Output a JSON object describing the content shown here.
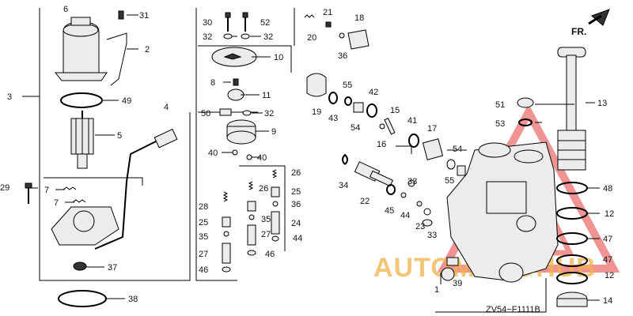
{
  "diagram": {
    "code": "ZV54−F1111B",
    "direction_label": "FR.",
    "watermark": "AUTOMOTOHUB",
    "callouts": [
      {
        "id": "6",
        "label": "6"
      },
      {
        "id": "31",
        "label": "31"
      },
      {
        "id": "2",
        "label": "2"
      },
      {
        "id": "3",
        "label": "3"
      },
      {
        "id": "49",
        "label": "49"
      },
      {
        "id": "4",
        "label": "4"
      },
      {
        "id": "5",
        "label": "5"
      },
      {
        "id": "29",
        "label": "29"
      },
      {
        "id": "7a",
        "label": "7"
      },
      {
        "id": "7b",
        "label": "7"
      },
      {
        "id": "37",
        "label": "37"
      },
      {
        "id": "38",
        "label": "38"
      },
      {
        "id": "30",
        "label": "30"
      },
      {
        "id": "52",
        "label": "52"
      },
      {
        "id": "32a",
        "label": "32"
      },
      {
        "id": "32b",
        "label": "32"
      },
      {
        "id": "10",
        "label": "10"
      },
      {
        "id": "8",
        "label": "8"
      },
      {
        "id": "11",
        "label": "11"
      },
      {
        "id": "50",
        "label": "50"
      },
      {
        "id": "32c",
        "label": "32"
      },
      {
        "id": "9",
        "label": "9"
      },
      {
        "id": "40a",
        "label": "40"
      },
      {
        "id": "40b",
        "label": "40"
      },
      {
        "id": "26a",
        "label": "26"
      },
      {
        "id": "26b",
        "label": "26"
      },
      {
        "id": "25a",
        "label": "25"
      },
      {
        "id": "25b",
        "label": "25"
      },
      {
        "id": "36",
        "label": "36"
      },
      {
        "id": "28",
        "label": "28"
      },
      {
        "id": "35a",
        "label": "35"
      },
      {
        "id": "35b",
        "label": "35"
      },
      {
        "id": "24",
        "label": "24"
      },
      {
        "id": "27a",
        "label": "27"
      },
      {
        "id": "27b",
        "label": "27"
      },
      {
        "id": "44a",
        "label": "44"
      },
      {
        "id": "46a",
        "label": "46"
      },
      {
        "id": "46b",
        "label": "46"
      },
      {
        "id": "21",
        "label": "21"
      },
      {
        "id": "18",
        "label": "18"
      },
      {
        "id": "20",
        "label": "20"
      },
      {
        "id": "36b",
        "label": "36"
      },
      {
        "id": "55a",
        "label": "55"
      },
      {
        "id": "42",
        "label": "42"
      },
      {
        "id": "19",
        "label": "19"
      },
      {
        "id": "43",
        "label": "43"
      },
      {
        "id": "54a",
        "label": "54"
      },
      {
        "id": "15",
        "label": "15"
      },
      {
        "id": "16",
        "label": "16"
      },
      {
        "id": "41",
        "label": "41"
      },
      {
        "id": "17",
        "label": "17"
      },
      {
        "id": "54b",
        "label": "54"
      },
      {
        "id": "55b",
        "label": "55"
      },
      {
        "id": "34",
        "label": "34"
      },
      {
        "id": "22",
        "label": "22"
      },
      {
        "id": "45",
        "label": "45"
      },
      {
        "id": "33a",
        "label": "33"
      },
      {
        "id": "44b",
        "label": "44"
      },
      {
        "id": "23",
        "label": "23"
      },
      {
        "id": "33b",
        "label": "33"
      },
      {
        "id": "1",
        "label": "1"
      },
      {
        "id": "39",
        "label": "39"
      },
      {
        "id": "51",
        "label": "51"
      },
      {
        "id": "13",
        "label": "13"
      },
      {
        "id": "53",
        "label": "53"
      },
      {
        "id": "48",
        "label": "48"
      },
      {
        "id": "12a",
        "label": "12"
      },
      {
        "id": "47a",
        "label": "47"
      },
      {
        "id": "47b",
        "label": "47"
      },
      {
        "id": "12b",
        "label": "12"
      },
      {
        "id": "14",
        "label": "14"
      }
    ]
  }
}
